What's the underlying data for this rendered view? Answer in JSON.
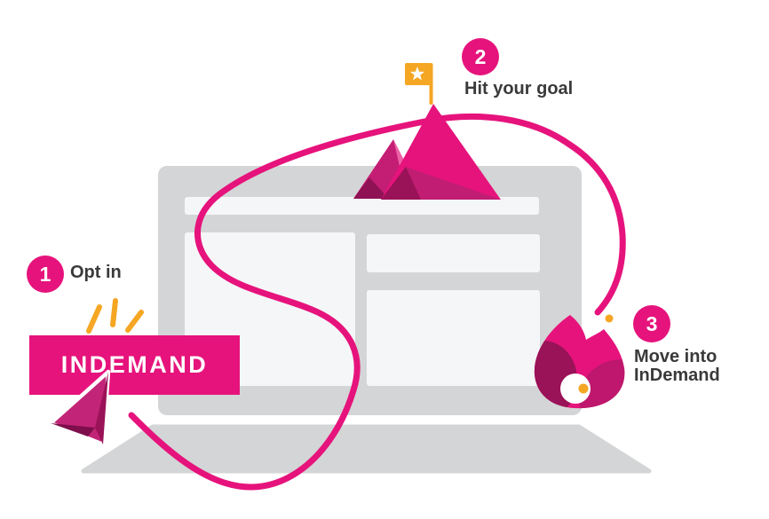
{
  "diagram": {
    "title_hidden": "InDemand opt-in process",
    "colors": {
      "brand_pink": "#E6137C",
      "magenta_mid": "#C11D73",
      "magenta_dark": "#9A1258",
      "magenta_darkest": "#7E0E4C",
      "small_mountain": "#C41E74",
      "highlight_pink": "#ED62A6",
      "orange": "#F5A623",
      "laptop_gray": "#D4D5D6",
      "screen_panel": "#F5F6F8",
      "text_dark": "#3A3A3A",
      "white": "#FFFFFF"
    },
    "steps": [
      {
        "number": "1",
        "label": "Opt in"
      },
      {
        "number": "2",
        "label": "Hit your goal"
      },
      {
        "number": "3",
        "label_lines": [
          "Move into",
          "InDemand"
        ]
      }
    ],
    "button": {
      "label": "INDEMAND"
    },
    "icons": [
      {
        "name": "laptop-icon",
        "meaning": "browser page wireframe on laptop"
      },
      {
        "name": "journey-path-line",
        "meaning": "curved path connecting steps"
      },
      {
        "name": "mountain-peaks-icon",
        "meaning": "goal mountain with flag"
      },
      {
        "name": "flag-star-icon",
        "meaning": "flag with star at summit"
      },
      {
        "name": "flame-icon",
        "meaning": "InDemand flame"
      },
      {
        "name": "cursor-arrow-icon",
        "meaning": "mouse pointer clicking button"
      },
      {
        "name": "sparkle-rays-icon",
        "meaning": "click emphasis rays"
      }
    ]
  }
}
